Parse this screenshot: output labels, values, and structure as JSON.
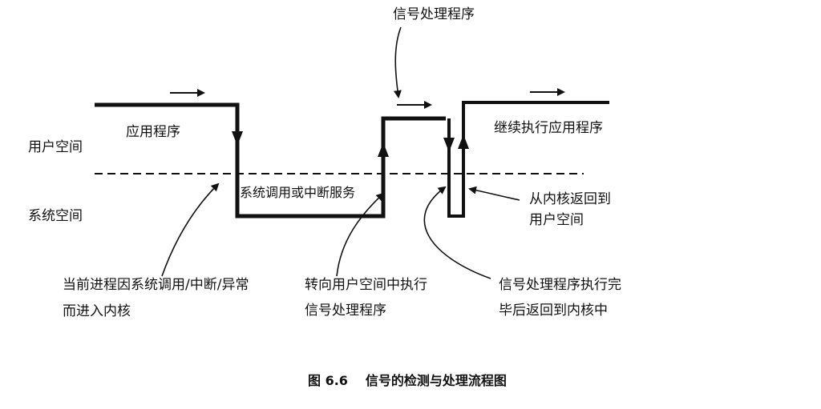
{
  "labels": {
    "signal_handler_top": "信号处理程序",
    "app_program": "应用程序",
    "continue_app": "继续执行应用程序",
    "user_space": "用户空间",
    "kernel_space": "系统空间",
    "syscall_service": "系统调用或中断服务",
    "return_to_user_line1": "从内核返回到",
    "return_to_user_line2": "用户空间",
    "enter_kernel_line1": "当前进程因系统调用/中断/异常",
    "enter_kernel_line2": "而进入内核",
    "turn_to_user_line1": "转向用户空间中执行",
    "turn_to_user_line2": "信号处理程序",
    "handler_done_line1": "信号处理程序执行完",
    "handler_done_line2": "毕后返回到内核中"
  },
  "caption": {
    "number": "图 6.6",
    "title": "信号的检测与处理流程图"
  }
}
